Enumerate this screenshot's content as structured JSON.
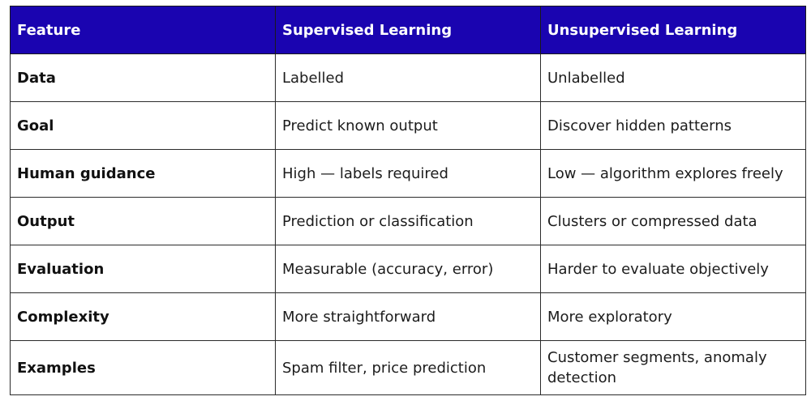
{
  "colors": {
    "header_bg": "#1a04b0",
    "header_text": "#ffffff",
    "border": "#2b2b2b"
  },
  "table": {
    "headers": [
      "Feature",
      "Supervised Learning",
      "Unsupervised Learning"
    ],
    "rows": [
      [
        "Data",
        "Labelled",
        "Unlabelled"
      ],
      [
        "Goal",
        "Predict known output",
        "Discover hidden patterns"
      ],
      [
        "Human guidance",
        "High — labels required",
        "Low — algorithm explores freely"
      ],
      [
        "Output",
        "Prediction or classification",
        "Clusters or compressed data"
      ],
      [
        "Evaluation",
        "Measurable (accuracy, error)",
        "Harder to evaluate objectively"
      ],
      [
        "Complexity",
        "More straightforward",
        "More exploratory"
      ],
      [
        "Examples",
        "Spam filter, price prediction",
        "Customer segments, anomaly detection"
      ]
    ]
  }
}
